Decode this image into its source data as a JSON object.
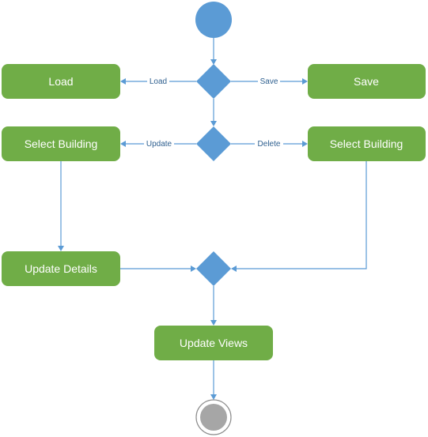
{
  "diagram": {
    "type": "activity-diagram",
    "actions": {
      "load": "Load",
      "save": "Save",
      "select_building_left": "Select Building",
      "select_building_right": "Select Building",
      "update_details": "Update Details",
      "update_views": "Update Views"
    },
    "guards": {
      "load": "Load",
      "save": "Save",
      "update": "Update",
      "delete": "Delete"
    },
    "colors": {
      "action_fill": "#70ad47",
      "action_text": "#ffffff",
      "decision_fill": "#5b9bd5",
      "start_fill": "#5b9bd5",
      "edge": "#5b9bd5",
      "guard_text": "#2e5f8f",
      "final_ring": "#8c8c8c",
      "final_dot": "#a6a6a6"
    }
  }
}
